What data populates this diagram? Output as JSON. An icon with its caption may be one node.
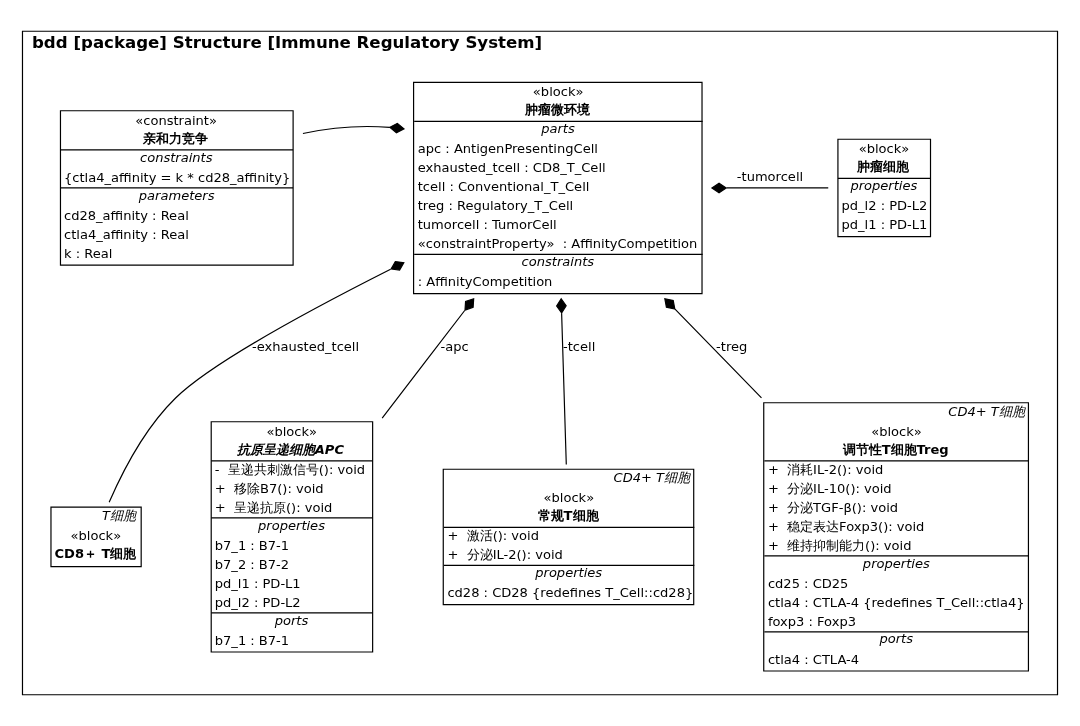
{
  "diagram": {
    "nodes": [
      {
        "text": [
          "bdd [package] Structure [Immune Regulatory System]"
        ]
      },
      {
        "text": [
          "«constraint»",
          "亲和力竞争",
          "constraints",
          "{ctla4_affinity = k * cd28_affinity}",
          "parameters",
          "cd28_affinity : Real",
          "ctla4_affinity : Real",
          "k : Real"
        ],
        "in": 0
      },
      {
        "text": [
          "«block»",
          "肿瘤微环境",
          "parts",
          "apc : AntigenPresentingCell",
          "exhausted_tcell : CD8_T_Cell",
          "tcell : Conventional_T_Cell",
          "treg : Regulatory_T_Cell",
          "tumorcell : TumorCell",
          "«constraintProperty»  : AffinityCompetition",
          "constraints",
          ": AffinityCompetition"
        ],
        "in": 0
      },
      {
        "text": [
          "«block»",
          "肿瘤细胞",
          "properties",
          "pd_l2 : PD-L2",
          "pd_l1 : PD-L1"
        ],
        "in": 0
      },
      {
        "text": [
          "T细胞",
          "«block»",
          "CD8＋ T细胞"
        ],
        "in": 0
      },
      {
        "text": [
          "«block»",
          "抗原呈递细胞APC",
          "-  呈递共刺激信号(): void",
          "+  移除B7(): void",
          "+  呈递抗原(): void",
          "properties",
          "b7_1 : B7-1",
          "b7_2 : B7-2",
          "pd_l1 : PD-L1",
          "pd_l2 : PD-L2",
          "ports",
          "b7_1 : B7-1"
        ],
        "in": 0
      },
      {
        "text": [
          "CD4+ T细胞",
          "«block»",
          "常规T细胞",
          "+  激活(): void",
          "+  分泌IL-2(): void",
          "properties",
          "cd28 : CD28 {redefines T_Cell::cd28}"
        ],
        "in": 0
      },
      {
        "text": [
          "CD4+ T细胞",
          "«block»",
          "调节性T细胞Treg",
          "+  消耗IL-2(): void",
          "+  分泌IL-10(): void",
          "+  分泌TGF-β(): void",
          "+  稳定表达Foxp3(): void",
          "+  维持抑制能力(): void",
          "properties",
          "cd25 : CD25",
          "ctla4 : CTLA-4 {redefines T_Cell::ctla4}",
          "foxp3 : Foxp3",
          "ports",
          "ctla4 : CTLA-4"
        ],
        "in": 0
      }
    ],
    "edges": [
      {
        "from": 2,
        "to": 1,
        "arrow": "other"
      },
      {
        "from": 2,
        "to": 3,
        "arrow": "other",
        "label": "-tumorcell"
      },
      {
        "from": 2,
        "to": 4,
        "arrow": "other",
        "label": "-exhausted_tcell"
      },
      {
        "from": 2,
        "to": 5,
        "arrow": "other",
        "label": "-apc"
      },
      {
        "from": 2,
        "to": 6,
        "arrow": "other",
        "label": "-tcell"
      },
      {
        "from": 2,
        "to": 7,
        "arrow": "other",
        "label": "-treg"
      }
    ]
  }
}
